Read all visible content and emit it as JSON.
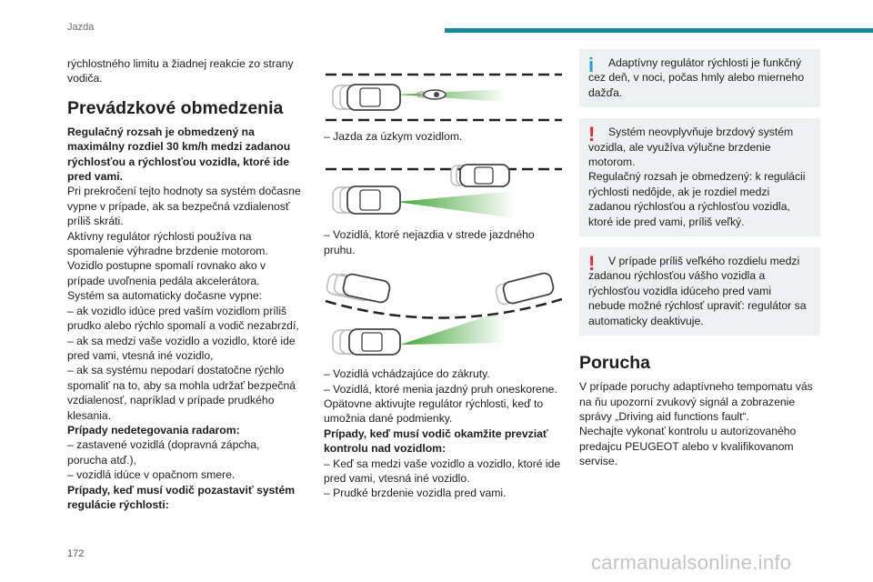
{
  "header": {
    "section": "Jazda"
  },
  "page_number": "172",
  "watermark": "carmanualsonline.info",
  "col1": {
    "intro": "rýchlostného limitu a žiadnej reakcie zo strany vodiča.",
    "heading": "Prevádzkové obmedzenia",
    "bold_intro": "Regulačný rozsah je obmedzený na maximálny rozdiel 30 km/h medzi zadanou rýchlosťou a rýchlosťou vozidla, ktoré ide pred vami.",
    "p1": "Pri prekročení tejto hodnoty sa systém dočasne vypne v prípade, ak sa bezpečná vzdialenosť príliš skráti.",
    "p2": "Aktívny regulátor rýchlosti používa na spomalenie výhradne brzdenie motorom.",
    "p3": "Vozidlo postupne spomalí rovnako ako v prípade uvoľnenia pedála akcelerátora.",
    "p4": "Systém sa automaticky dočasne vypne:",
    "p5": "–  ak vozidlo idúce pred vaším vozidlom príliš prudko alebo rýchlo spomalí a vodič nezabrzdí,",
    "p6": "–  ak sa medzi vaše vozidlo a vozidlo, ktoré ide pred vami, vtesná iné vozidlo,",
    "p7": "–  ak sa systému nepodarí dostatočne rýchlo spomaliť na to, aby sa mohla udržať bezpečná vzdialenosť, napríklad v prípade prudkého klesania.",
    "b2": "Prípady nedetegovania radarom:",
    "p8": "–  zastavené vozidlá (dopravná zápcha, porucha atď.),",
    "p9": "–  vozidlá idúce v opačnom smere.",
    "b3": "Prípady, keď musí vodič pozastaviť systém regulácie rýchlosti:"
  },
  "col2": {
    "cap1": "–  Jazda za úzkym vozidlom.",
    "cap2": "–  Vozidlá, ktoré nejazdia v strede jazdného pruhu.",
    "cap3a": "–  Vozidlá vchádzajúce do zákruty.",
    "cap3b": "–  Vozidlá, ktoré menia jazdný pruh oneskorene.",
    "p1": "Opätovne aktivujte regulátor rýchlosti, keď to umožnia dané podmienky.",
    "b1": "Prípady, keď musí vodič okamžite prevziať kontrolu nad vozidlom:",
    "p2": "–  Keď sa medzi vaše vozidlo a vozidlo, ktoré ide pred vami, vtesná iné vozidlo.",
    "p3": "–  Prudké brzdenie vozidla pred vami."
  },
  "col3": {
    "note1": "Adaptívny regulátor rýchlosti je funkčný cez deň, v noci, počas hmly alebo mierneho dažďa.",
    "note2a": "Systém neovplyvňuje brzdový systém vozidla, ale využíva výlučne brzdenie motorom.",
    "note2b": "Regulačný rozsah je obmedzený: k regulácii rýchlosti nedôjde, ak je rozdiel medzi zadanou rýchlosťou a rýchlosťou vozidla, ktoré ide pred vami, príliš veľký.",
    "note3": "V prípade príliš veľkého rozdielu medzi zadanou rýchlosťou vášho vozidla a rýchlosťou vozidla idúceho pred vami nebude možné rýchlosť upraviť: regulátor sa automaticky deaktivuje.",
    "heading": "Porucha",
    "p1": "V prípade poruchy adaptívneho tempomatu vás na ňu upozorní zvukový signál a zobrazenie správy „Driving aid functions fault“.",
    "p2": "Nechajte vykonať kontrolu u autorizovaného predajcu PEUGEOT alebo v kvalifikovanom servise."
  },
  "icons": {
    "info": "info-icon",
    "warning": "warning-icon"
  },
  "colors": {
    "accent": "#1a8a9a",
    "info": "#2a9fd6",
    "warning": "#e8262c",
    "beam": "#3fa535",
    "note_bg": "#eef1f1"
  }
}
